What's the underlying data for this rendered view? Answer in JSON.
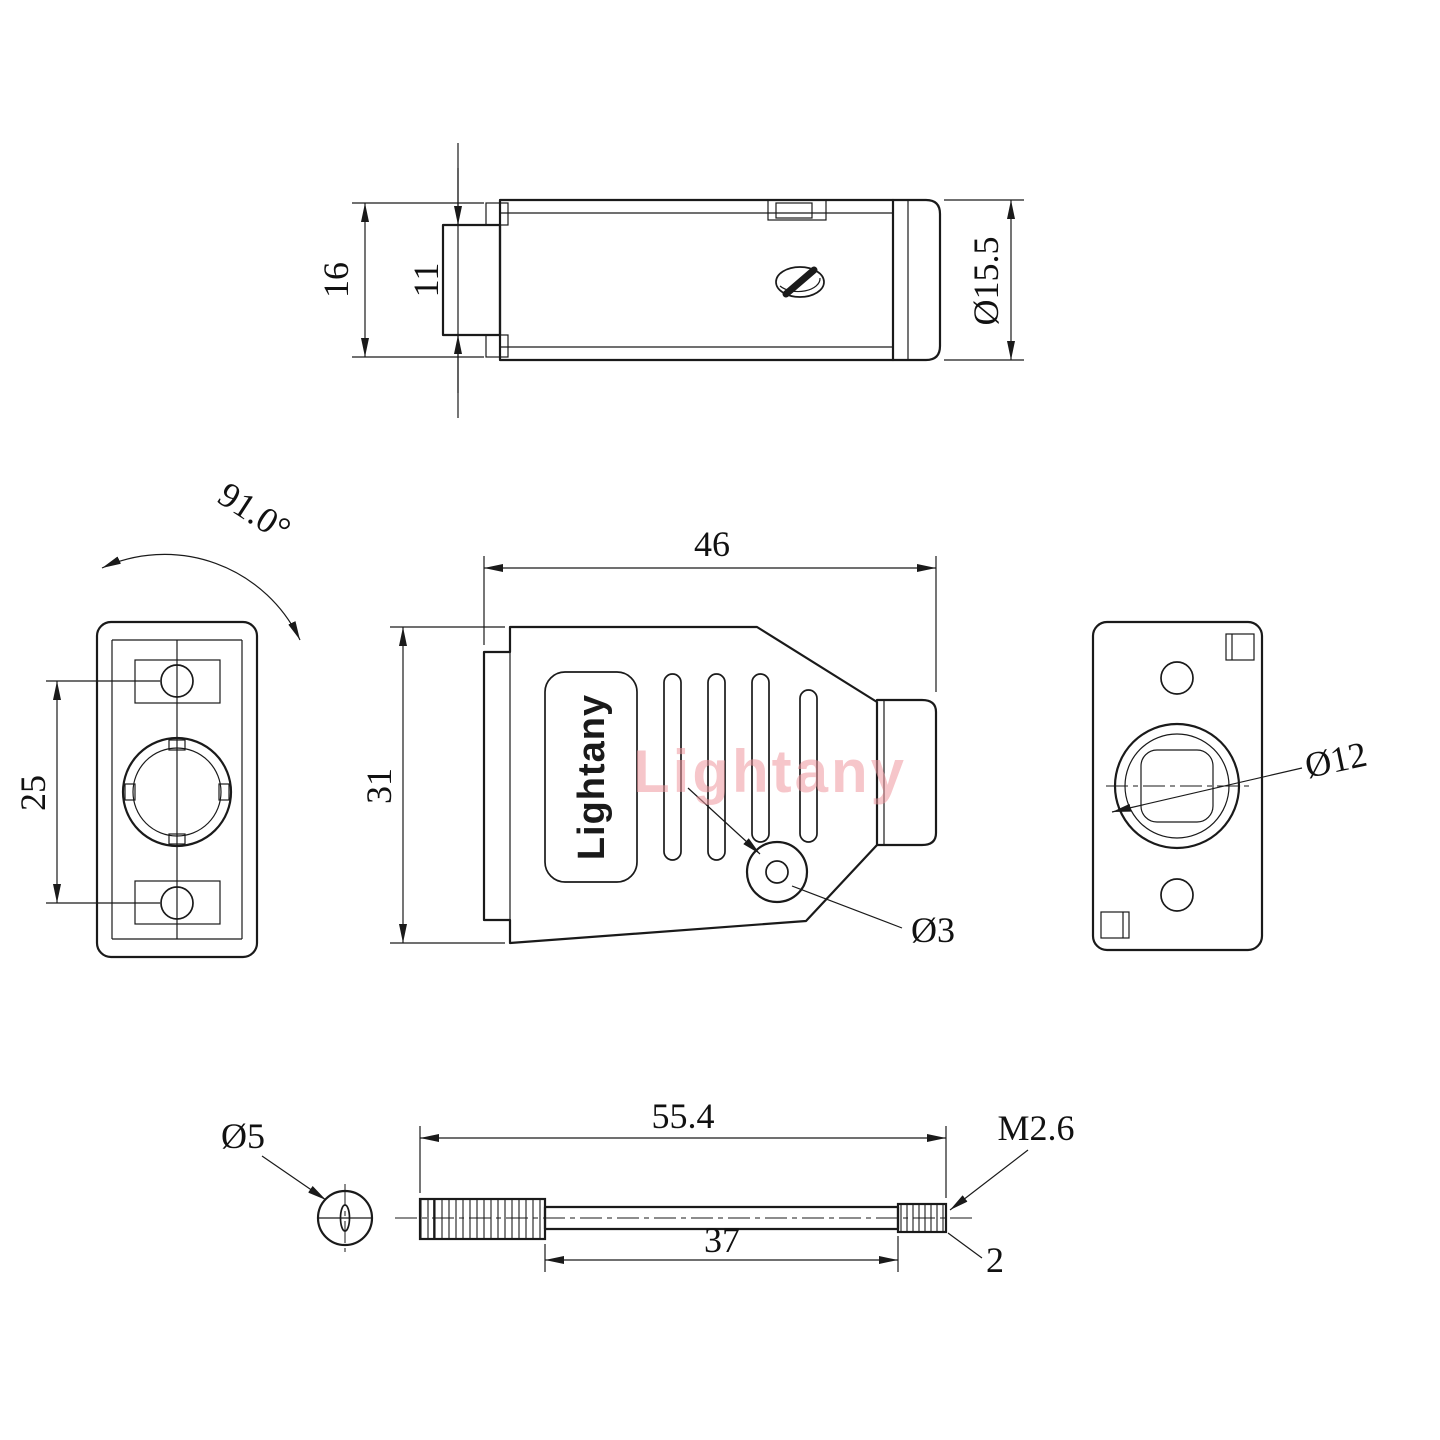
{
  "watermark": {
    "text": "Lightany",
    "color": "#f0989f"
  },
  "views": {
    "top": {
      "height": "16",
      "inner_height": "11",
      "diameter": "Ø15.5"
    },
    "rear": {
      "hole_pitch": "25",
      "rotation_angle": "91.0°"
    },
    "side": {
      "length": "46",
      "height": "31",
      "lug_hole": "Ø3",
      "logo": "Lightany"
    },
    "front": {
      "grommet_diameter": "Ø12"
    },
    "screw": {
      "head_diameter": "Ø5",
      "total_length": "55.4",
      "shaft_length": "37",
      "thread_spec": "M2.6",
      "thread_length": "2"
    }
  }
}
